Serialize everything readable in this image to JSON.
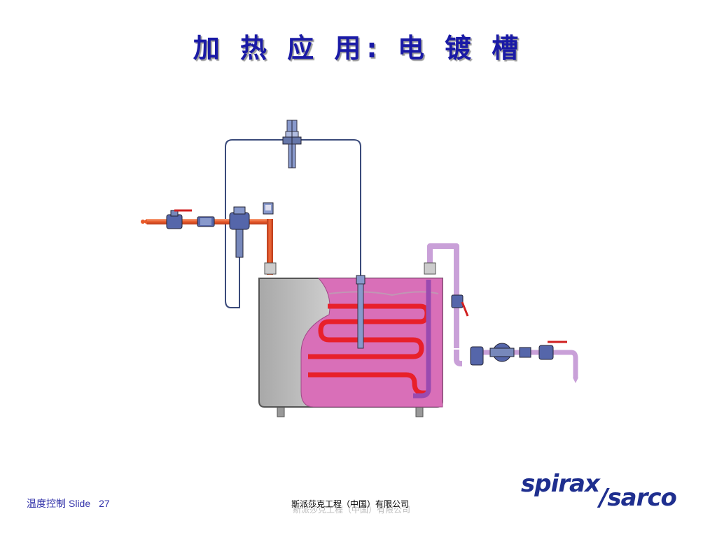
{
  "slide": {
    "title": "加 热 应 用: 电 镀 槽",
    "footer_topic": "温度控制",
    "footer_slide_label": "Slide",
    "footer_slide_number": "27",
    "footer_company": "斯派莎克工程（中国）有限公司",
    "logo": {
      "line1": "spirax",
      "line2": "/sarco",
      "color": "#1f2f8f"
    }
  },
  "colors": {
    "title": "#1a1aa6",
    "steam_pipe": "#e85a2a",
    "condensate_pipe": "#c9a0d8",
    "sensor_line": "#3a4a7a",
    "liquid": "#d96fb8",
    "heating_coil": "#e8202a",
    "tank_body": "#c8c8c8"
  }
}
